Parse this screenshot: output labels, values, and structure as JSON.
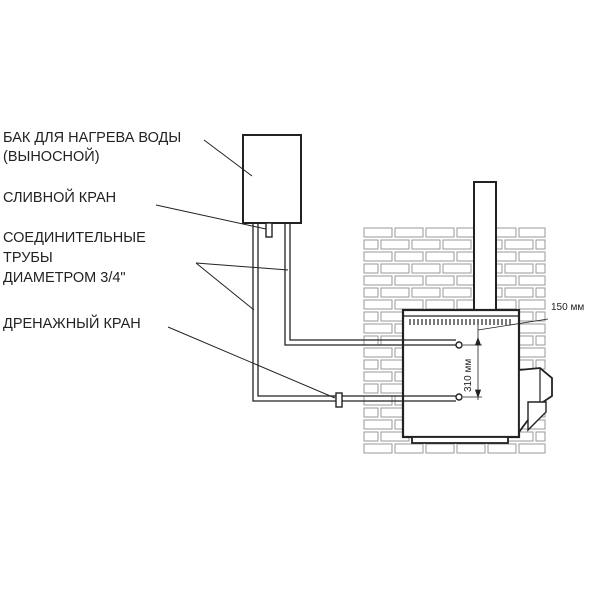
{
  "labels": {
    "tank_line1": "БАК ДЛЯ НАГРЕВА ВОДЫ",
    "tank_line2": "(ВЫНОСНОЙ)",
    "drain_tap": "СЛИВНОЙ КРАН",
    "pipes_line1": "СОЕДИНИТЕЛЬНЫЕ",
    "pipes_line2": "ТРУБЫ",
    "pipes_line3": "ДИАМЕТРОМ 3/4\"",
    "drainage_tap": "ДРЕНАЖНЫЙ КРАН"
  },
  "dimensions": {
    "horizontal": "150 мм",
    "vertical": "310 мм"
  },
  "colors": {
    "line": "#222222",
    "brick_stroke": "#9a9a9a",
    "brick_fill": "#ffffff",
    "background": "#ffffff"
  }
}
